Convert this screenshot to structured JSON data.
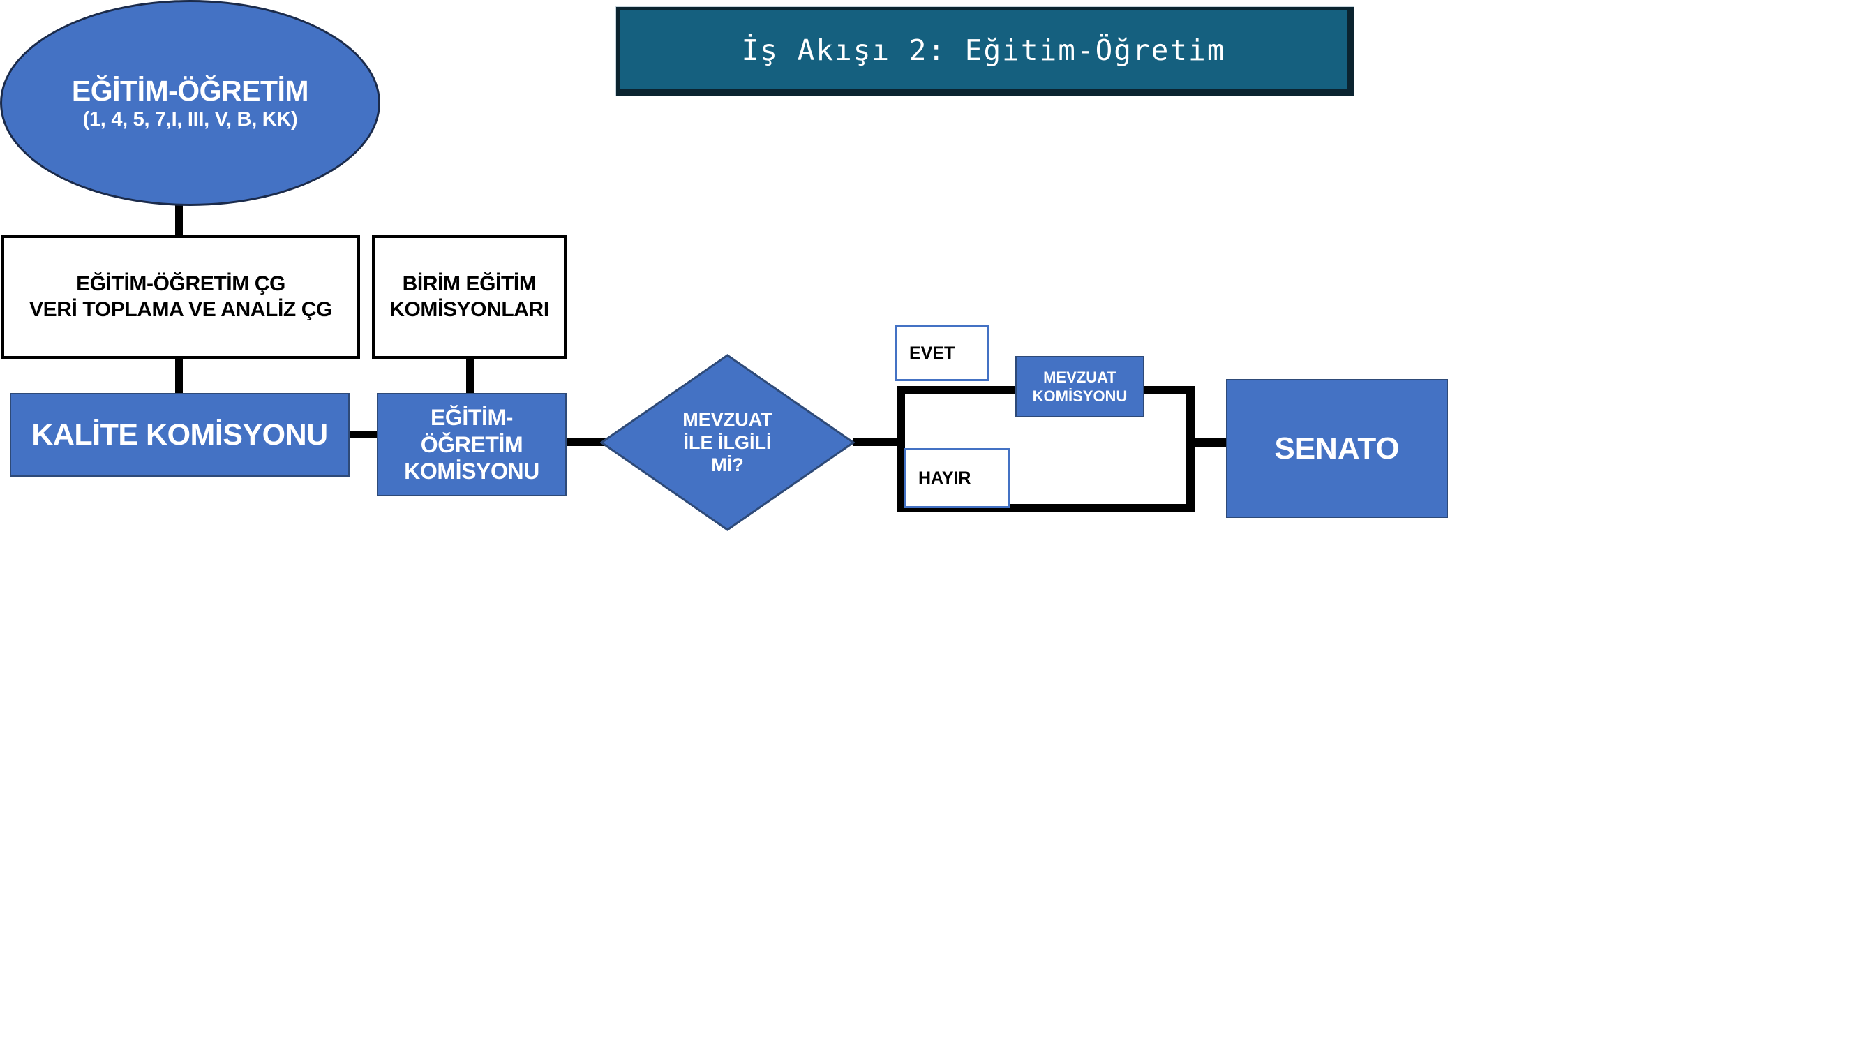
{
  "banner": {
    "title": "İş Akışı 2: Eğitim-Öğretim",
    "bg_color": "#15607F",
    "border_color": "#0B2430",
    "text_color": "#FFFFFF"
  },
  "theme": {
    "accent_blue": "#4472C4",
    "blue_border": "#2E4A78",
    "black": "#000000",
    "white": "#FFFFFF"
  },
  "flowchart": {
    "type": "flowchart",
    "nodes": {
      "start_ellipse": {
        "shape": "ellipse",
        "title": "EĞİTİM-ÖĞRETİM",
        "subtitle": "(1, 4, 5, 7,I, III, V, B, KK)",
        "fill": "#4472C4",
        "text_color": "#FFFFFF"
      },
      "egitim_ogretim_cg": {
        "shape": "rectangle",
        "line1": "EĞİTİM-ÖĞRETİM ÇG",
        "line2": "VERİ TOPLAMA VE ANALİZ ÇG",
        "fill": "#FFFFFF",
        "text_color": "#000000"
      },
      "birim_egitim_komisyonlari": {
        "shape": "rectangle",
        "line1": "BİRİM EĞİTİM",
        "line2": "KOMİSYONLARI",
        "fill": "#FFFFFF",
        "text_color": "#000000"
      },
      "kalite_komisyonu": {
        "shape": "rectangle",
        "label": "KALİTE KOMİSYONU",
        "fill": "#4472C4",
        "text_color": "#FFFFFF"
      },
      "egitim_ogretim_komisyonu": {
        "shape": "rectangle",
        "line1": "EĞİTİM-",
        "line2": "ÖĞRETİM",
        "line3": "KOMİSYONU",
        "fill": "#4472C4",
        "text_color": "#FFFFFF"
      },
      "decision_mevzuat": {
        "shape": "diamond",
        "line1": "MEVZUAT",
        "line2": "İLE İLGİLİ",
        "line3": "Mİ?",
        "fill": "#4472C4",
        "text_color": "#FFFFFF"
      },
      "label_yes": {
        "shape": "rectangle",
        "label": "EVET",
        "fill": "#FFFFFF",
        "border": "#4472C4",
        "text_color": "#000000"
      },
      "label_no": {
        "shape": "rectangle",
        "label": "HAYIR",
        "fill": "#FFFFFF",
        "border": "#4472C4",
        "text_color": "#000000"
      },
      "mevzuat_komisyonu": {
        "shape": "rectangle",
        "line1": "MEVZUAT",
        "line2": "KOMİSYONU",
        "fill": "#4472C4",
        "text_color": "#FFFFFF"
      },
      "senato": {
        "shape": "rectangle",
        "label": "SENATO",
        "fill": "#4472C4",
        "text_color": "#FFFFFF"
      }
    },
    "edges": [
      {
        "from": "start_ellipse",
        "to": "egitim_ogretim_cg",
        "label": ""
      },
      {
        "from": "egitim_ogretim_cg",
        "to": "kalite_komisyonu",
        "label": ""
      },
      {
        "from": "birim_egitim_komisyonlari",
        "to": "egitim_ogretim_komisyonu",
        "label": ""
      },
      {
        "from": "kalite_komisyonu",
        "to": "egitim_ogretim_komisyonu",
        "label": ""
      },
      {
        "from": "egitim_ogretim_komisyonu",
        "to": "decision_mevzuat",
        "label": ""
      },
      {
        "from": "decision_mevzuat",
        "to": "mevzuat_komisyonu",
        "label": "EVET"
      },
      {
        "from": "decision_mevzuat",
        "to": "senato",
        "label": "HAYIR"
      },
      {
        "from": "mevzuat_komisyonu",
        "to": "senato",
        "label": ""
      }
    ]
  }
}
